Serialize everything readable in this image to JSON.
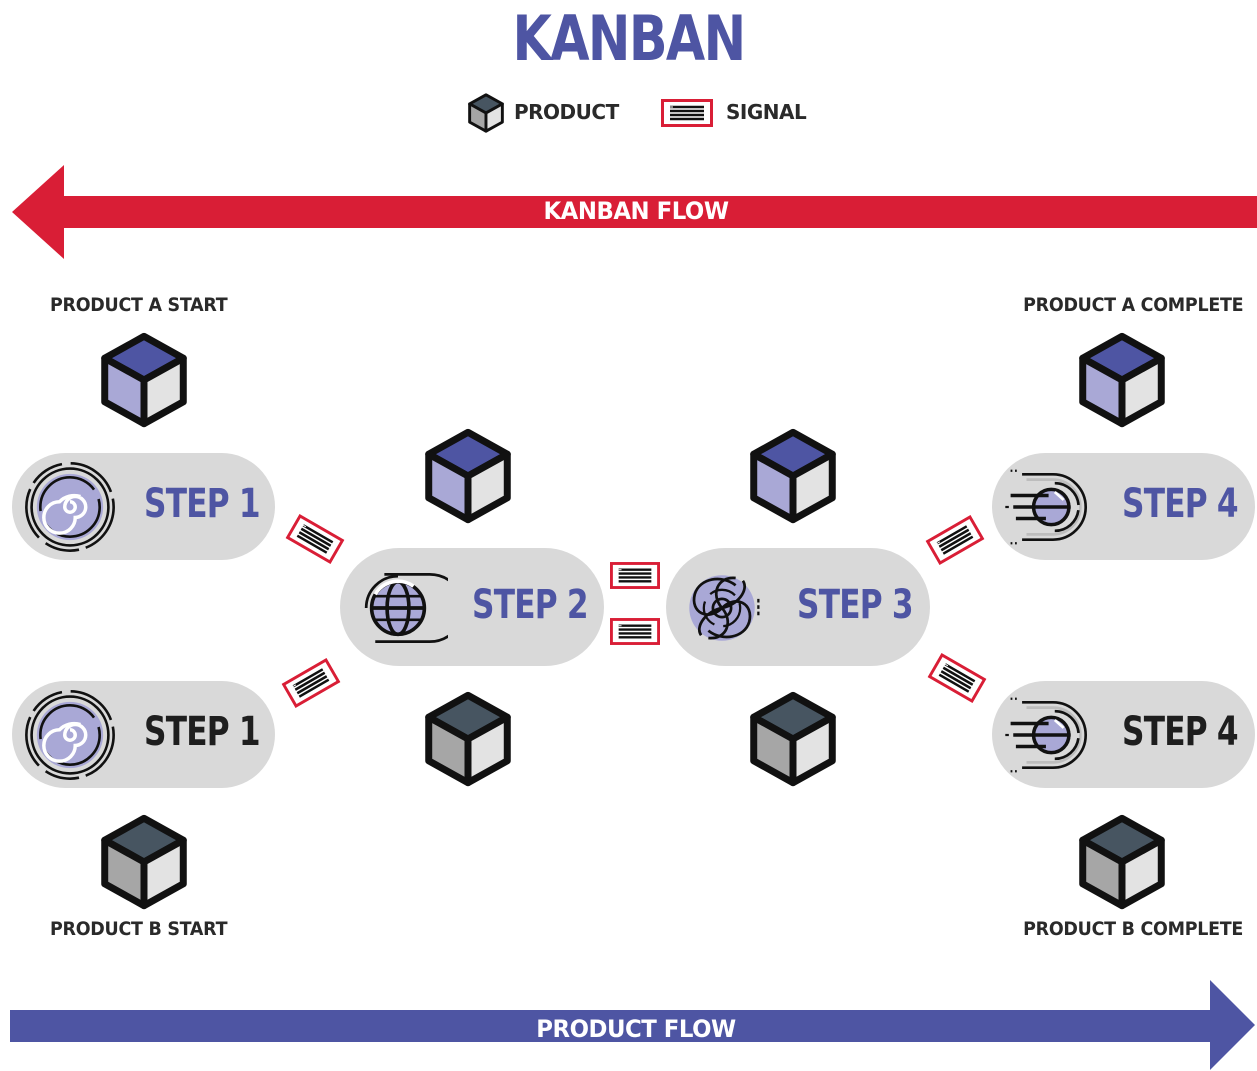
{
  "title": "KANBAN",
  "legend": {
    "product_label": "PRODUCT",
    "signal_label": "SIGNAL"
  },
  "flows": {
    "kanban": "KANBAN FLOW",
    "product": "PRODUCT FLOW"
  },
  "labels": {
    "product_a_start": "PRODUCT A START",
    "product_a_complete": "PRODUCT A COMPLETE",
    "product_b_start": "PRODUCT B START",
    "product_b_complete": "PRODUCT B COMPLETE"
  },
  "steps": {
    "a1": "STEP 1",
    "b1": "STEP 1",
    "s2": "STEP 2",
    "s3": "STEP 3",
    "a4": "STEP 4",
    "b4": "STEP 4"
  },
  "colors": {
    "product_a": "#4e55a3",
    "product_b": "#1e1e1e",
    "kanban_flow": "#d91e36",
    "product_flow": "#4e55a3",
    "pill": "#d9d9d9"
  },
  "icons": {
    "product": "cube-icon",
    "signal": "signal-card-icon",
    "step1": "spiral-icon",
    "step2": "globe-icon",
    "step3": "swirl-icon",
    "step4": "fast-planet-icon"
  }
}
